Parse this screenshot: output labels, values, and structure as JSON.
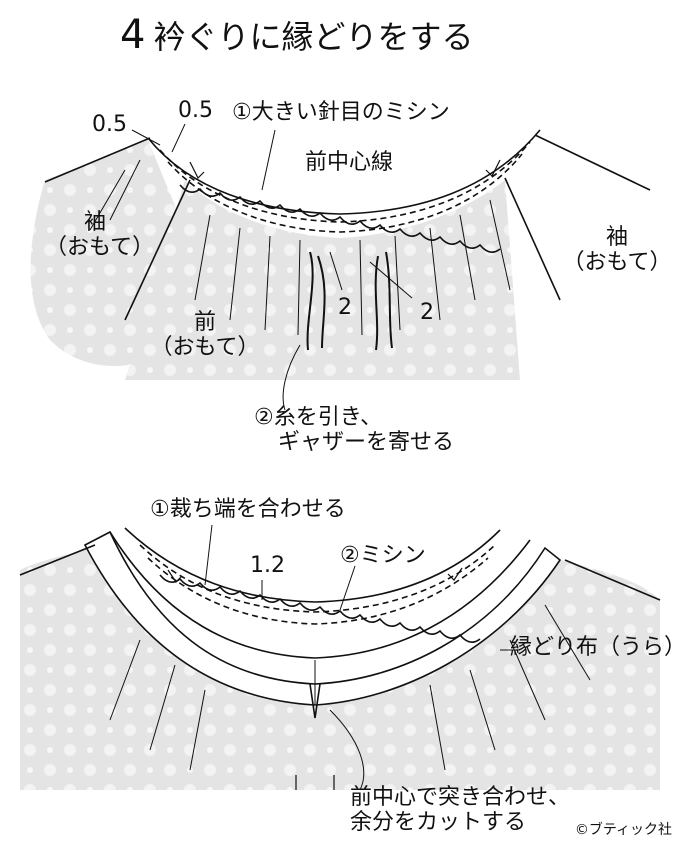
{
  "title": {
    "number": "4",
    "text": "衿ぐりに縁どりをする"
  },
  "top": {
    "label_05_left": "0.5",
    "label_05_right": "0.5",
    "big_stitch": "①大きい針目のミシン",
    "front_center_line": "前中心線",
    "sleeve_left_1": "袖",
    "sleeve_left_2": "（おもて）",
    "sleeve_right_1": "袖",
    "sleeve_right_2": "（おもて）",
    "front_1": "前",
    "front_2": "（おもて）",
    "num2_left": "2",
    "num2_right": "2",
    "gather_1": "②糸を引き、",
    "gather_2": "ギャザーを寄せる"
  },
  "bottom": {
    "align_edges": "①裁ち端を合わせる",
    "seam_12": "1.2",
    "sew": "②ミシン",
    "binding_cloth": "縁どり布（うら）",
    "cut_1": "前中心で突き合わせ、",
    "cut_2": "余分をカットする"
  },
  "copyright": "©ブティック社",
  "colors": {
    "line": "#111111",
    "fabric": "#e6e6e6",
    "fabric_pattern": "#f4f4f4"
  }
}
